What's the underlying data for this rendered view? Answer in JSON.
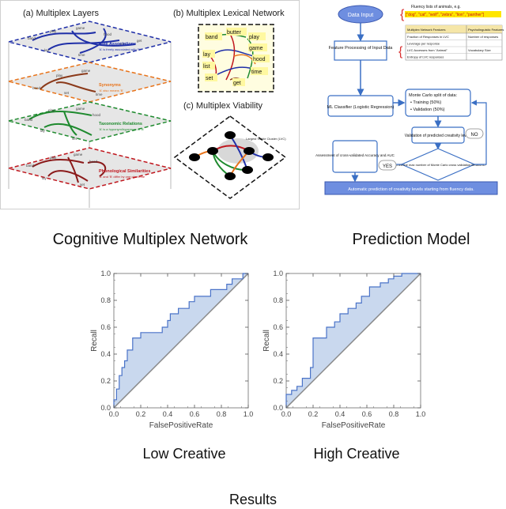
{
  "multiplex": {
    "title_layers": "(a) Multiplex Layers",
    "title_lexical": "(b) Multiplex Lexical Network",
    "title_viability": "(c) Multiplex Viability",
    "layers": [
      {
        "name": "Free Associations",
        "desc": "'A' is freely associated with 'B'",
        "color": "#1f2fa8"
      },
      {
        "name": "Synonyms",
        "desc": "'A' also means 'B'",
        "color": "#e8731a"
      },
      {
        "name": "Taxonomic Relations",
        "desc": "'A' is a hyponym/hypernym of 'B'",
        "color": "#1e8a2e"
      },
      {
        "name": "Phonological Similarities",
        "desc": "'A' and 'B' differ by one phoneme",
        "color": "#c0161d"
      }
    ],
    "lexical_words": [
      "band",
      "butter",
      "play",
      "game",
      "hood",
      "lay",
      "time",
      "get",
      "set",
      "list"
    ],
    "lvc_label": "Largest Viable Cluster (LVC)"
  },
  "prediction": {
    "data_input": "Data Input",
    "fluency_heading": "Fluency lists of animals, e.g.",
    "fluency_examples": "[\"dog\", \"cat\", \"wolf\", \"zebra\", \"lion\", \"panther\"]",
    "feature_processing": "Feature Processing of Input Data",
    "table_head_left": "Multiplex Network Features",
    "table_head_right": "Psycholinguistic Features",
    "table_rows": [
      [
        "Fraction of Responses in LVC",
        "Number of responses"
      ],
      [
        "Leverage per response",
        ""
      ],
      [
        "LVC Accesses from \"Animal\"",
        "Vocabulary Size"
      ],
      [
        "Entropy of LVC responses",
        ""
      ]
    ],
    "ml_classifier": "ML Classifier (Logistic Regression)",
    "monte_carlo_title": "Monte Carlo split of data:",
    "training": "Training (50%)",
    "validation": "Validation (50%)",
    "validation_of_predicted": "Validation of predicted creativity levels",
    "decision": "Reached the max number of Monte Carlo cross validation iterations?",
    "no": "NO",
    "yes": "YES",
    "assessment": "Assessment of cross-validated Accuracy and AUC",
    "automatic": "Automatic prediction of creativity levels starting from fluency data."
  },
  "captions": {
    "network": "Cognitive Multiplex Network",
    "prediction": "Prediction Model",
    "low": "Low Creative",
    "high": "High Creative",
    "results": "Results"
  },
  "roc": {
    "ylabel": "Recall",
    "xlabel": "FalsePositiveRate",
    "ticks": [
      "0.0",
      "0.2",
      "0.4",
      "0.6",
      "0.8",
      "1.0"
    ]
  },
  "chart_data": [
    {
      "type": "line",
      "title": "Low Creative",
      "xlabel": "FalsePositiveRate",
      "ylabel": "Recall",
      "xlim": [
        0,
        1
      ],
      "ylim": [
        0,
        1
      ],
      "x": [
        0,
        0,
        0.02,
        0.02,
        0.04,
        0.04,
        0.06,
        0.06,
        0.08,
        0.08,
        0.1,
        0.1,
        0.14,
        0.14,
        0.2,
        0.2,
        0.36,
        0.36,
        0.4,
        0.4,
        0.42,
        0.42,
        0.48,
        0.48,
        0.56,
        0.56,
        0.6,
        0.6,
        0.72,
        0.72,
        0.84,
        0.84,
        0.88,
        0.88,
        0.96,
        0.96,
        1.0
      ],
      "y": [
        0,
        0.06,
        0.06,
        0.14,
        0.14,
        0.24,
        0.24,
        0.3,
        0.3,
        0.35,
        0.35,
        0.43,
        0.43,
        0.52,
        0.52,
        0.56,
        0.56,
        0.6,
        0.6,
        0.65,
        0.65,
        0.7,
        0.7,
        0.74,
        0.74,
        0.79,
        0.79,
        0.83,
        0.83,
        0.88,
        0.88,
        0.92,
        0.92,
        0.96,
        0.96,
        1.0,
        1.0
      ],
      "diagonal": true,
      "fill": "#c9d8ee",
      "line_color": "#4a73c8"
    },
    {
      "type": "line",
      "title": "High Creative",
      "xlabel": "FalsePositiveRate",
      "ylabel": "Recall",
      "xlim": [
        0,
        1
      ],
      "ylim": [
        0,
        1
      ],
      "x": [
        0,
        0,
        0.04,
        0.04,
        0.08,
        0.08,
        0.12,
        0.12,
        0.18,
        0.18,
        0.2,
        0.2,
        0.3,
        0.3,
        0.36,
        0.36,
        0.4,
        0.4,
        0.46,
        0.46,
        0.52,
        0.52,
        0.56,
        0.56,
        0.62,
        0.62,
        0.7,
        0.7,
        0.76,
        0.76,
        0.8,
        0.8,
        0.86,
        0.86,
        1.0
      ],
      "y": [
        0,
        0.1,
        0.1,
        0.13,
        0.13,
        0.16,
        0.16,
        0.22,
        0.22,
        0.3,
        0.3,
        0.52,
        0.52,
        0.6,
        0.6,
        0.64,
        0.64,
        0.7,
        0.7,
        0.74,
        0.74,
        0.78,
        0.78,
        0.83,
        0.83,
        0.9,
        0.9,
        0.93,
        0.93,
        0.96,
        0.96,
        0.98,
        0.98,
        1.0,
        1.0
      ],
      "diagonal": true,
      "fill": "#c9d8ee",
      "line_color": "#4a73c8"
    }
  ]
}
